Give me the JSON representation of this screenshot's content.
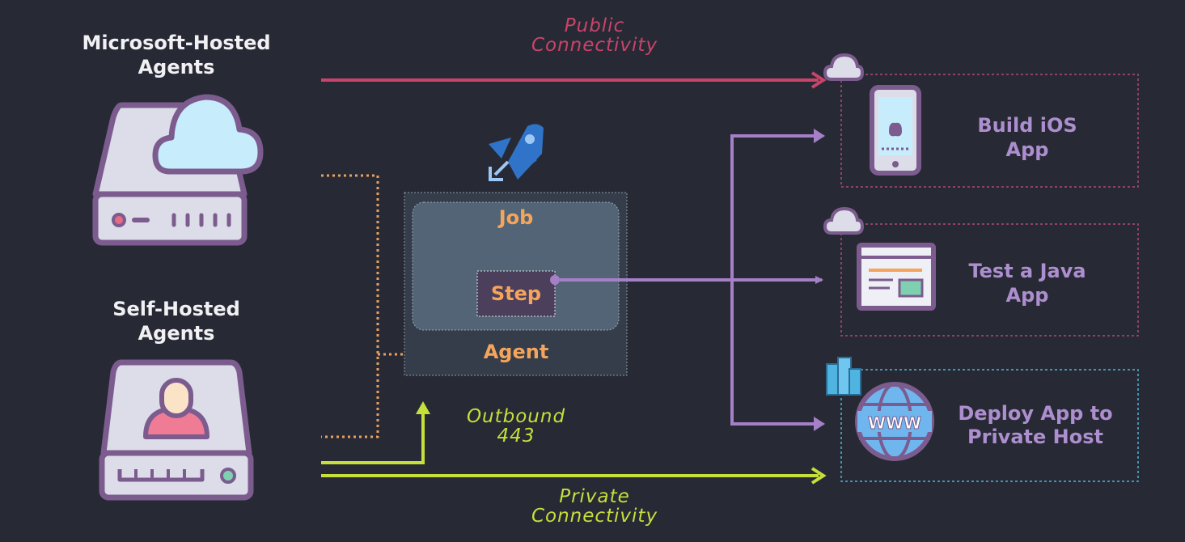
{
  "agents": {
    "microsoft": {
      "line1": "Microsoft-Hosted",
      "line2": "Agents"
    },
    "self": {
      "line1": "Self-Hosted",
      "line2": "Agents"
    }
  },
  "connectivity": {
    "public": {
      "line1": "Public",
      "line2": "Connectivity",
      "color": "#c8446a"
    },
    "private": {
      "line1": "Private",
      "line2": "Connectivity",
      "color": "#c6df3a"
    },
    "outbound": {
      "line1": "Outbound",
      "line2": "443"
    }
  },
  "pipeline": {
    "job": "Job",
    "step": "Step",
    "agent": "Agent"
  },
  "targets": [
    {
      "line1": "Build iOS",
      "line2": "App"
    },
    {
      "line1": "Test a Java",
      "line2": "App"
    },
    {
      "line1": "Deploy App to",
      "line2": "Private Host"
    }
  ],
  "colors": {
    "background": "#272a35",
    "purple": "#a57fc7",
    "orange": "#f4a55b",
    "dotted_orange": "#e8a060",
    "cyan": "#4fb4e0"
  }
}
